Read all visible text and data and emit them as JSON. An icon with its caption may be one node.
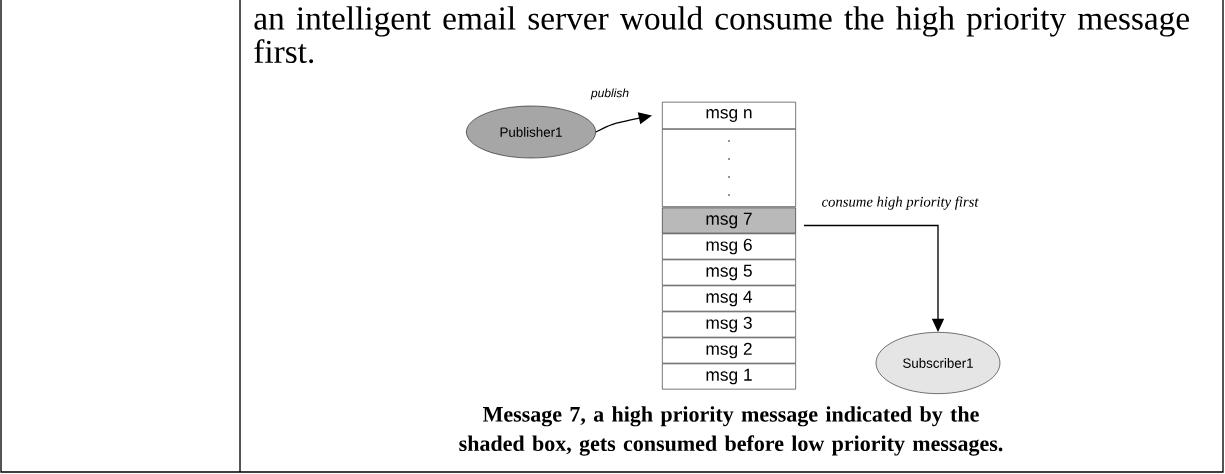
{
  "diagram": {
    "caption": "Message 7, a high priority message indicated by the shaded box, gets consumed before low priority messages.",
    "nodes": [
      {
        "text": [
          "Publisher1"
        ]
      },
      {
        "text": [
          "msg n"
        ]
      },
      {
        "text": [],
        "shape": "box"
      },
      {
        "text": [
          "msg 7"
        ]
      },
      {
        "text": [
          "msg 6"
        ]
      },
      {
        "text": [
          "msg 5"
        ]
      },
      {
        "text": [
          "msg 4"
        ]
      },
      {
        "text": [
          "msg 3"
        ]
      },
      {
        "text": [
          "msg 2"
        ]
      },
      {
        "text": [
          "msg 1"
        ]
      },
      {
        "text": [
          "Subscriber1"
        ]
      }
    ],
    "edges": [
      {
        "from": 0,
        "to": 1,
        "arrow": "to",
        "label": "publish"
      },
      {
        "from": 3,
        "to": 10,
        "arrow": "to",
        "label": "consume high priority first"
      }
    ],
    "labels": [
      "an intelligent email server would consume the high priority message first."
    ]
  }
}
